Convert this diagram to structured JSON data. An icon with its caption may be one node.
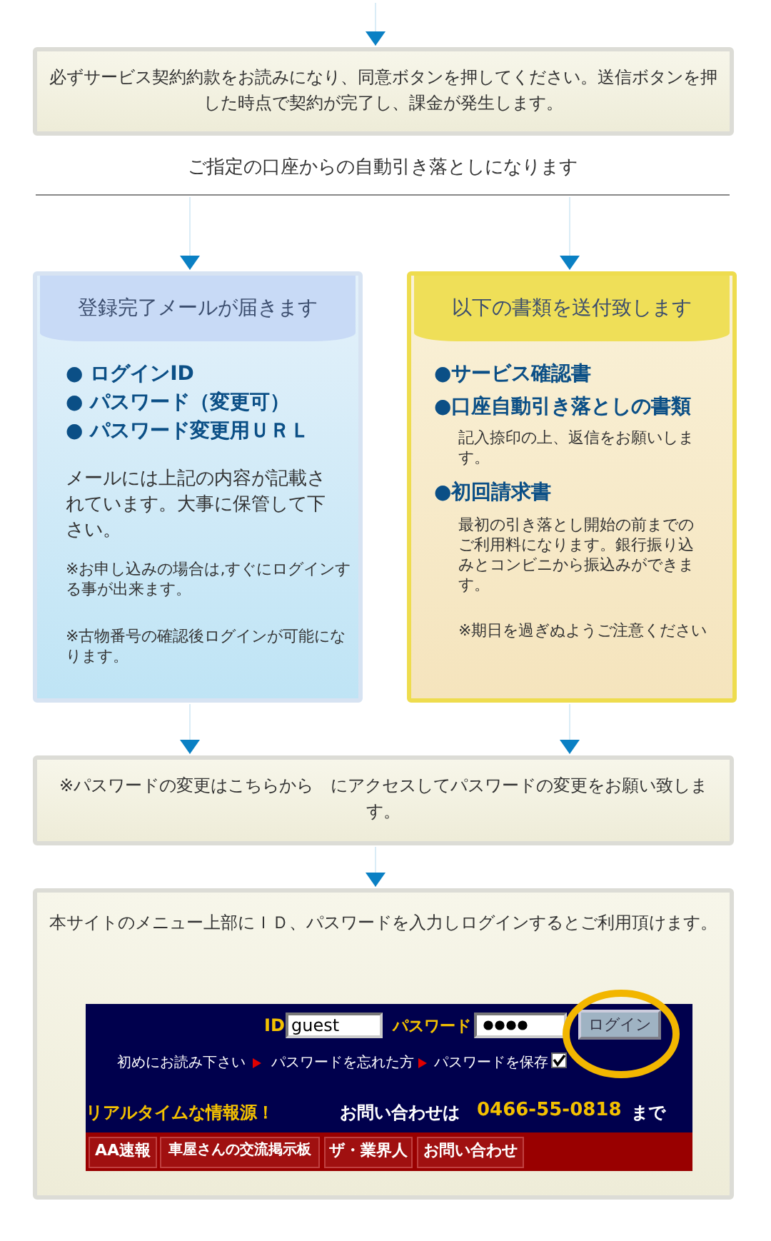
{
  "diagram": {
    "nodes": [
      {
        "text": [
          "必ずサービス契約約款をお読みになり、同意ボタンを押してください。送信ボタンを押した時点で契約が完了し、課金が発生します。"
        ]
      },
      {
        "text": [
          "ご指定の口座からの自動引き落としになります"
        ]
      },
      {
        "text": [
          "登録完了メールが届きます",
          "● ログインID",
          "● パスワード（変更可）",
          "● パスワード変更用ＵＲＬ",
          "メールには上記の内容が記載されています。大事に保管して下さい。",
          "※お申し込みの場合は,すぐにログインする事が出来ます。",
          "※古物番号の確認後ログインが可能になります。"
        ]
      },
      {
        "text": [
          "以下の書類を送付致します",
          "●サービス確認書",
          "●口座自動引き落としの書類",
          "記入捺印の上、返信をお願いします。",
          "●初回請求書",
          "最初の引き落とし開始の前までのご利用料になります。銀行振り込みとコンビニから振込みができます。",
          "※期日を過ぎぬようご注意ください"
        ]
      },
      {
        "text": [
          "※パスワードの変更はこちらから　にアクセスしてパスワードの変更をお願い致します。"
        ]
      },
      {
        "text": [
          "本サイトのメニュー上部にＩＤ、パスワードを入力しログインするとご利用頂けます。"
        ]
      }
    ],
    "edges": [
      {
        "from": null,
        "to": 0,
        "arrow": "to"
      },
      {
        "from": 1,
        "to": 2,
        "arrow": "to"
      },
      {
        "from": 1,
        "to": 3,
        "arrow": "to"
      },
      {
        "from": 2,
        "to": 4,
        "arrow": "to"
      },
      {
        "from": 3,
        "to": 4,
        "arrow": "to"
      },
      {
        "from": 4,
        "to": 5,
        "arrow": "to"
      }
    ],
    "labels": [
      "ID",
      "guest",
      "パスワード",
      "ログイン",
      "初めにお読み下さい",
      "パスワードを忘れた方",
      "パスワードを保存",
      "リアルタイムな情報源！",
      "お問い合わせは",
      "0466-55-0818",
      "まで",
      "AA速報",
      "車屋さんの交流掲示板",
      "ザ・業界人",
      "お問い合わせ"
    ]
  }
}
